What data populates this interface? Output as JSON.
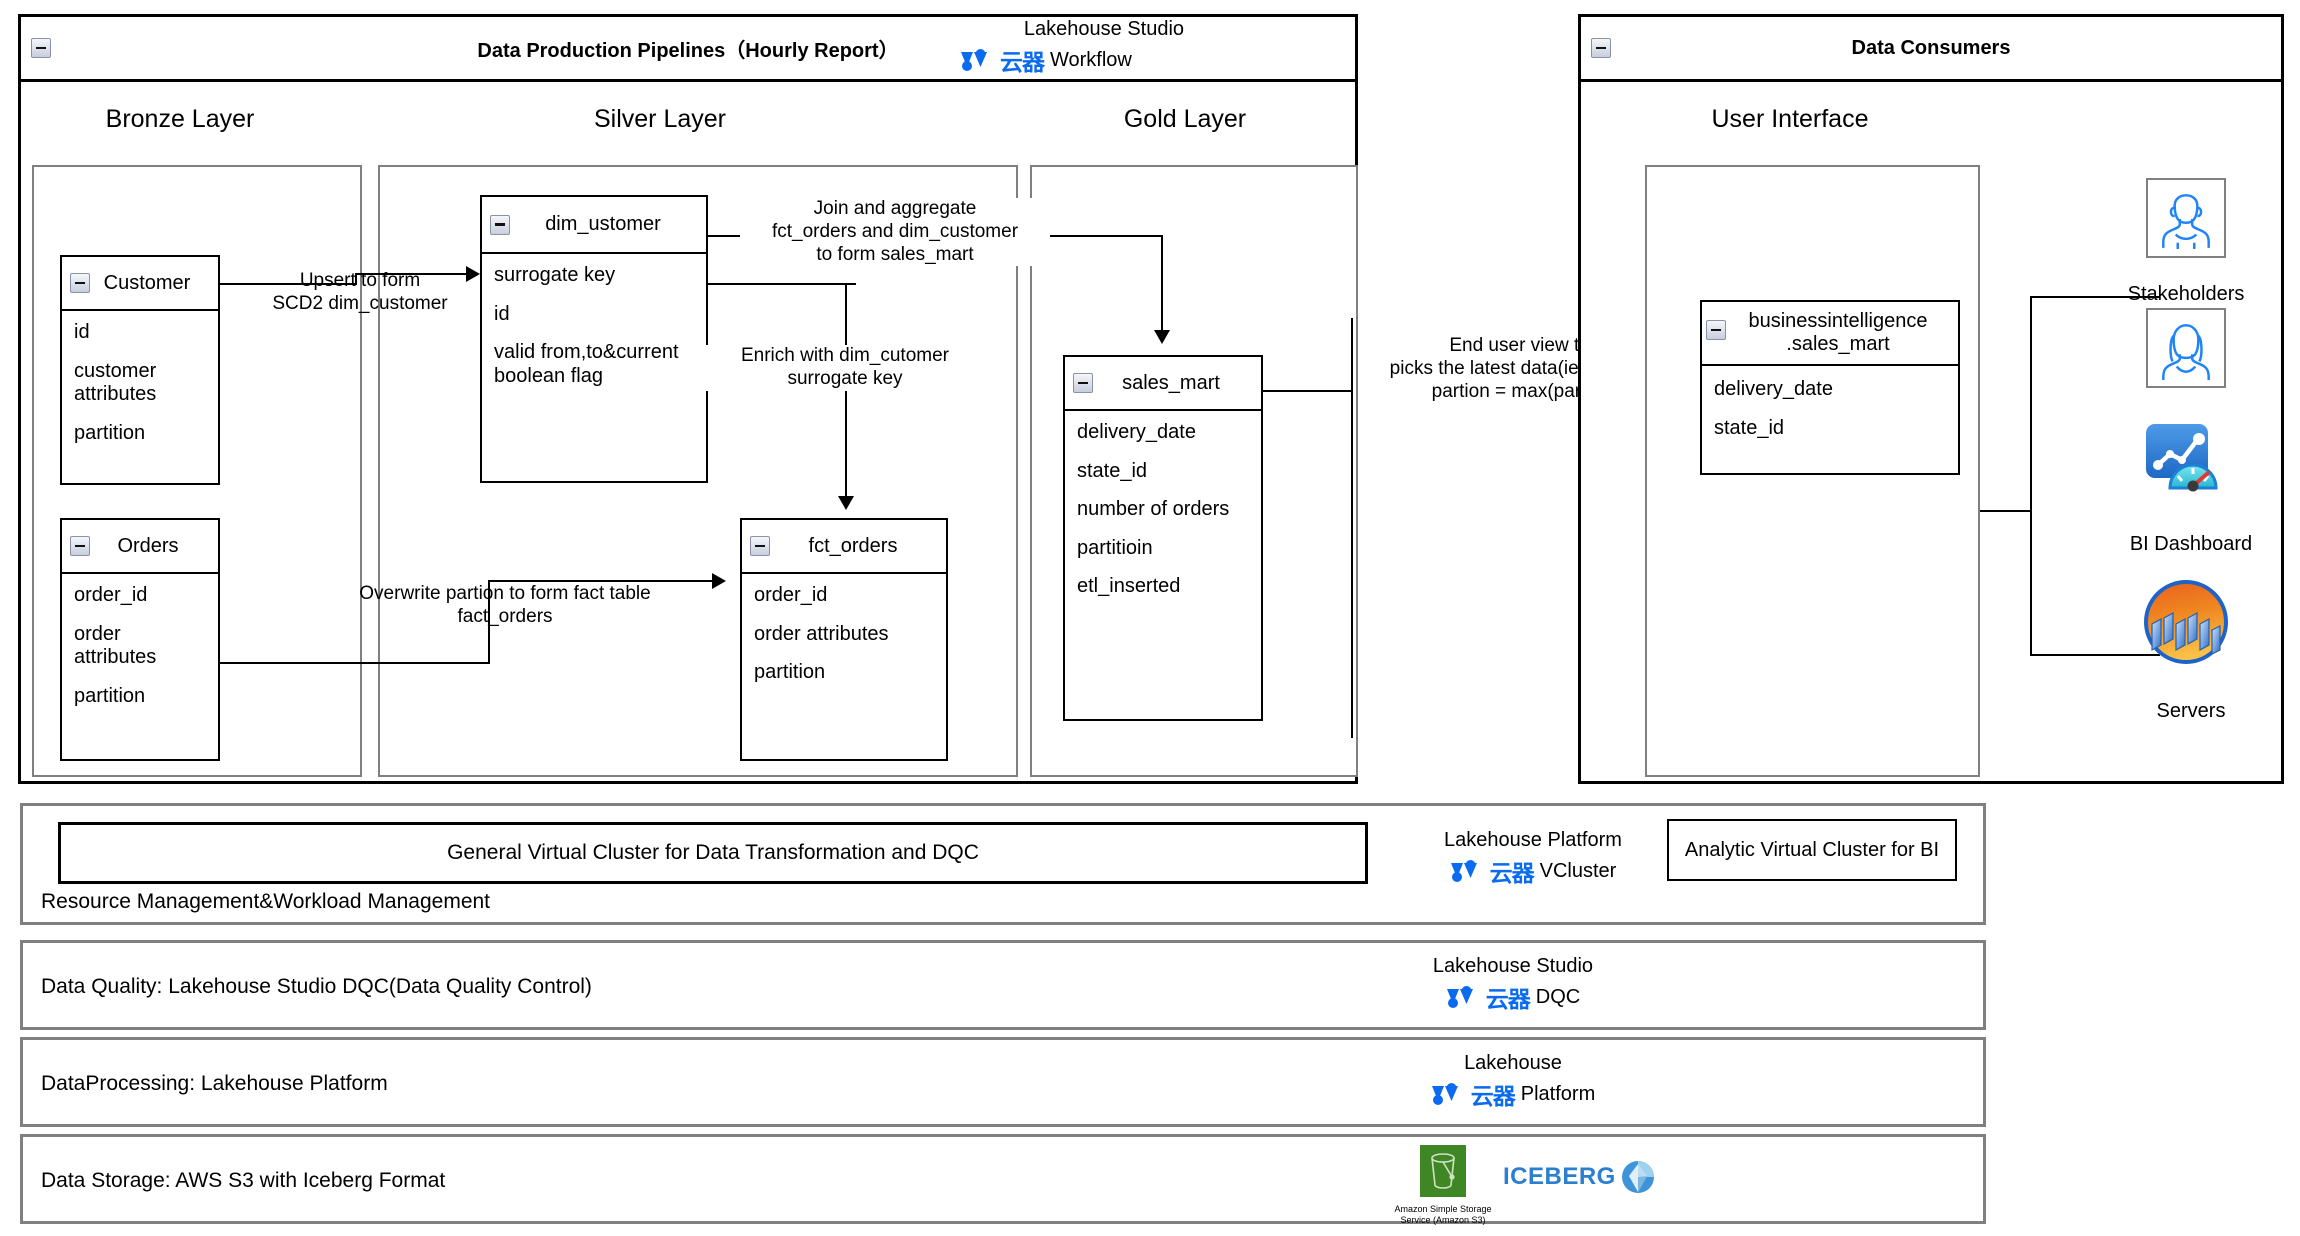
{
  "left_panel": {
    "title": "Data Production Pipelines（Hourly Report）",
    "brand": {
      "top": "Lakehouse Studio",
      "name": "Workflow",
      "logo_text": "云器",
      "color": "#0a6bf0"
    },
    "lanes": [
      {
        "label": "Bronze Layer"
      },
      {
        "label": "Silver Layer"
      },
      {
        "label": "Gold Layer"
      }
    ],
    "entities": {
      "customer": {
        "name": "Customer",
        "fields": [
          "id",
          "customer attributes",
          "partition"
        ]
      },
      "orders": {
        "name": "Orders",
        "fields": [
          "order_id",
          "order attributes",
          "partition"
        ]
      },
      "dim_customer": {
        "name": "dim_ustomer",
        "fields": [
          "surrogate key",
          "id",
          "valid from,to&current boolean flag"
        ]
      },
      "fct_orders": {
        "name": "fct_orders",
        "fields": [
          "order_id",
          "order attributes",
          "partition"
        ]
      },
      "sales_mart": {
        "name": "sales_mart",
        "fields": [
          "delivery_date",
          "state_id",
          "number of orders",
          "partitioin",
          "etl_inserted"
        ]
      }
    },
    "edges": {
      "upsert": "Upsert to form\nSCD2 dim_customer",
      "overwrite": "Overwrite partion to form fact table\nfact_orders",
      "join": "Join and aggregate\nfct_orders and dim_customer\nto form sales_mart",
      "enrich": "Enrich with dim_cutomer\nsurrogate key",
      "enduser": "End user view that\npicks the latest data(ie. data with\npartion = max(partitin))"
    }
  },
  "right_panel": {
    "title": "Data Consumers",
    "lane_label": "User Interface",
    "entity": {
      "name": "businessintelligence\n.sales_mart",
      "fields": [
        "delivery_date",
        "state_id"
      ]
    },
    "consumers": [
      {
        "icon": "user-avatar-icon",
        "label": "Stakeholders"
      },
      {
        "icon": "user-avatar-female-icon",
        "label": ""
      },
      {
        "icon": "bi-dashboard-icon",
        "label": "BI Dashboard"
      },
      {
        "icon": "servers-icon",
        "label": "Servers"
      }
    ]
  },
  "bands": [
    {
      "id": "resource",
      "text": "Resource Management&Workload Management",
      "inner_box": "General Virtual Cluster for Data Transformation and DQC",
      "right_box": "Analytic Virtual Cluster for BI",
      "brand": {
        "top": "Lakehouse Platform",
        "name": "VCluster",
        "logo_text": "云器"
      }
    },
    {
      "id": "dq",
      "text": "Data Quality: Lakehouse Studio DQC(Data Quality Control)",
      "brand": {
        "top": "Lakehouse Studio",
        "name": "DQC",
        "logo_text": "云器"
      }
    },
    {
      "id": "processing",
      "text": "DataProcessing: Lakehouse Platform",
      "brand": {
        "top": "Lakehouse",
        "name": "Platform",
        "logo_text": "云器"
      }
    },
    {
      "id": "storage",
      "text": "Data Storage: AWS S3 with Iceberg Format",
      "s3_caption": "Amazon Simple Storage\nService (Amazon S3)",
      "iceberg_label": "ICEBERG"
    }
  ]
}
